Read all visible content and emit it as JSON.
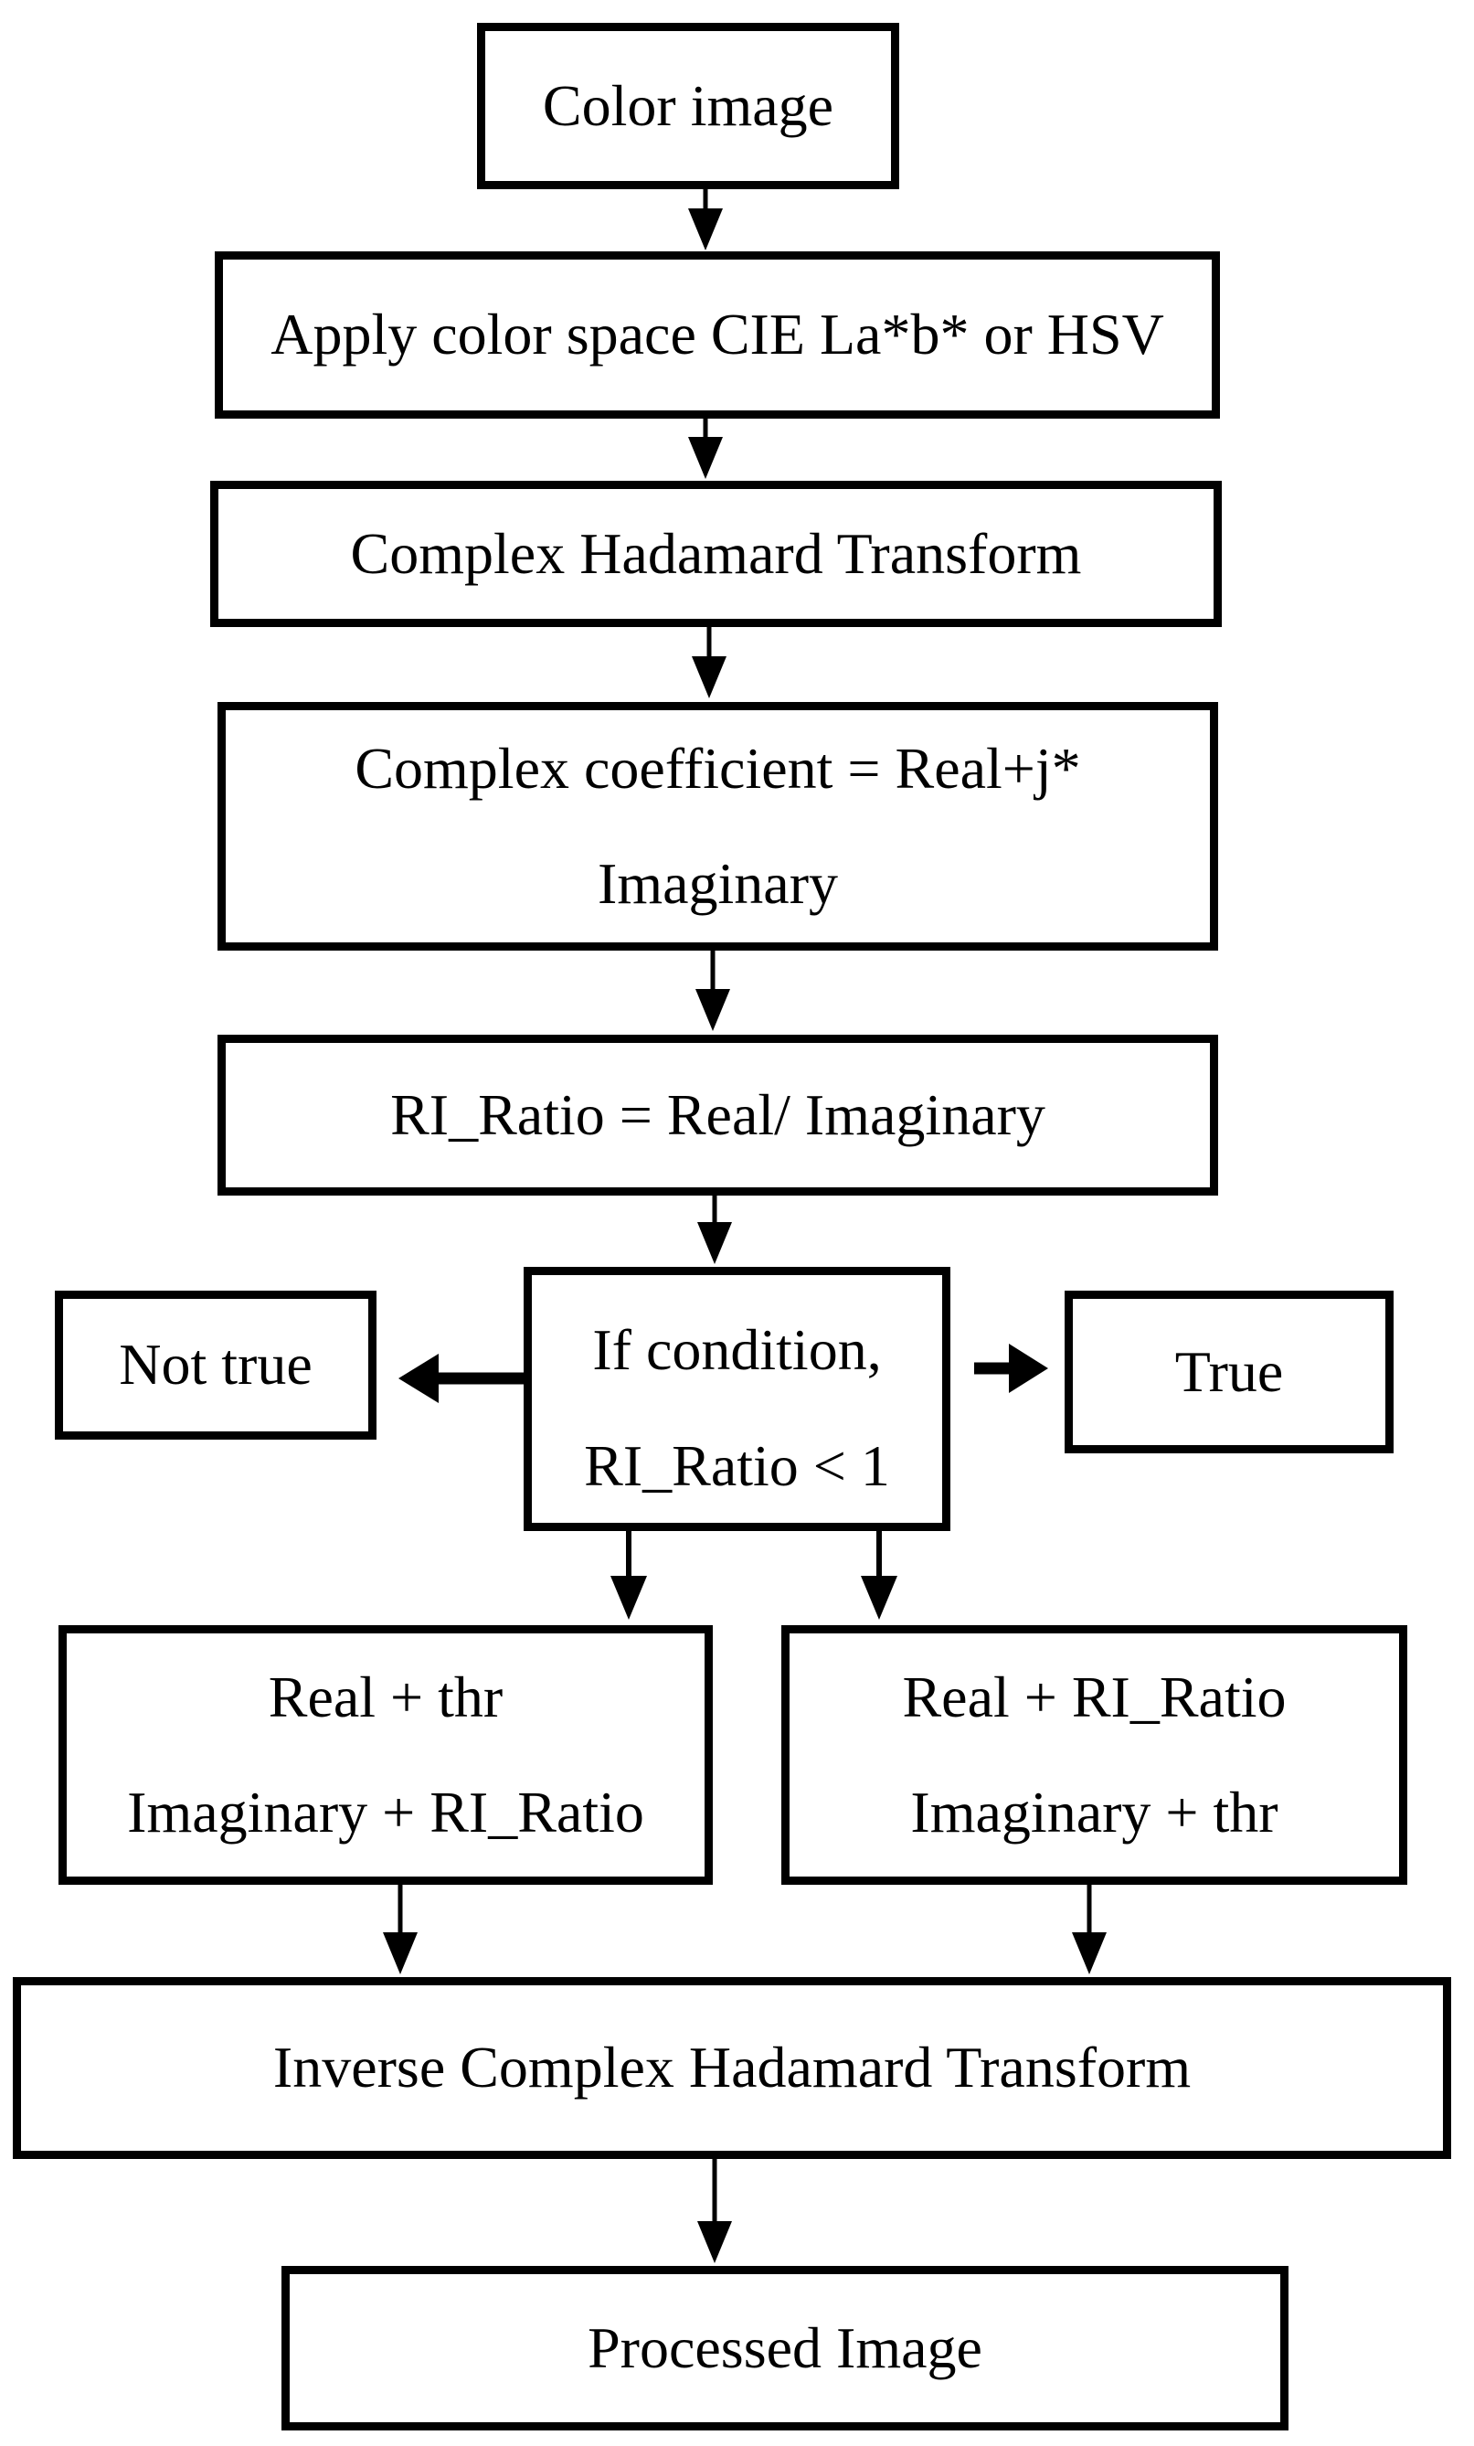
{
  "flowchart": {
    "nodes": {
      "color_image": {
        "label": "Color image"
      },
      "apply_color_space": {
        "label": "Apply color space CIE La*b* or HSV"
      },
      "complex_hadamard": {
        "label": "Complex Hadamard Transform"
      },
      "complex_coefficient": {
        "line1": "Complex coefficient = Real+j*",
        "line2": "Imaginary"
      },
      "ri_ratio": {
        "label": "RI_Ratio = Real/ Imaginary"
      },
      "condition": {
        "line1": "If condition,",
        "line2": "RI_Ratio < 1"
      },
      "not_true": {
        "label": "Not true"
      },
      "true_branch": {
        "label": "True"
      },
      "branch_not_true": {
        "line1": "Real + thr",
        "line2": "Imaginary + RI_Ratio"
      },
      "branch_true": {
        "line1": "Real + RI_Ratio",
        "line2": "Imaginary + thr"
      },
      "inverse_transform": {
        "label": "Inverse Complex Hadamard Transform"
      },
      "processed_image": {
        "label": "Processed Image"
      }
    },
    "colors": {
      "line": "#000000",
      "box_background": "#ffffff",
      "text": "#000000"
    }
  }
}
